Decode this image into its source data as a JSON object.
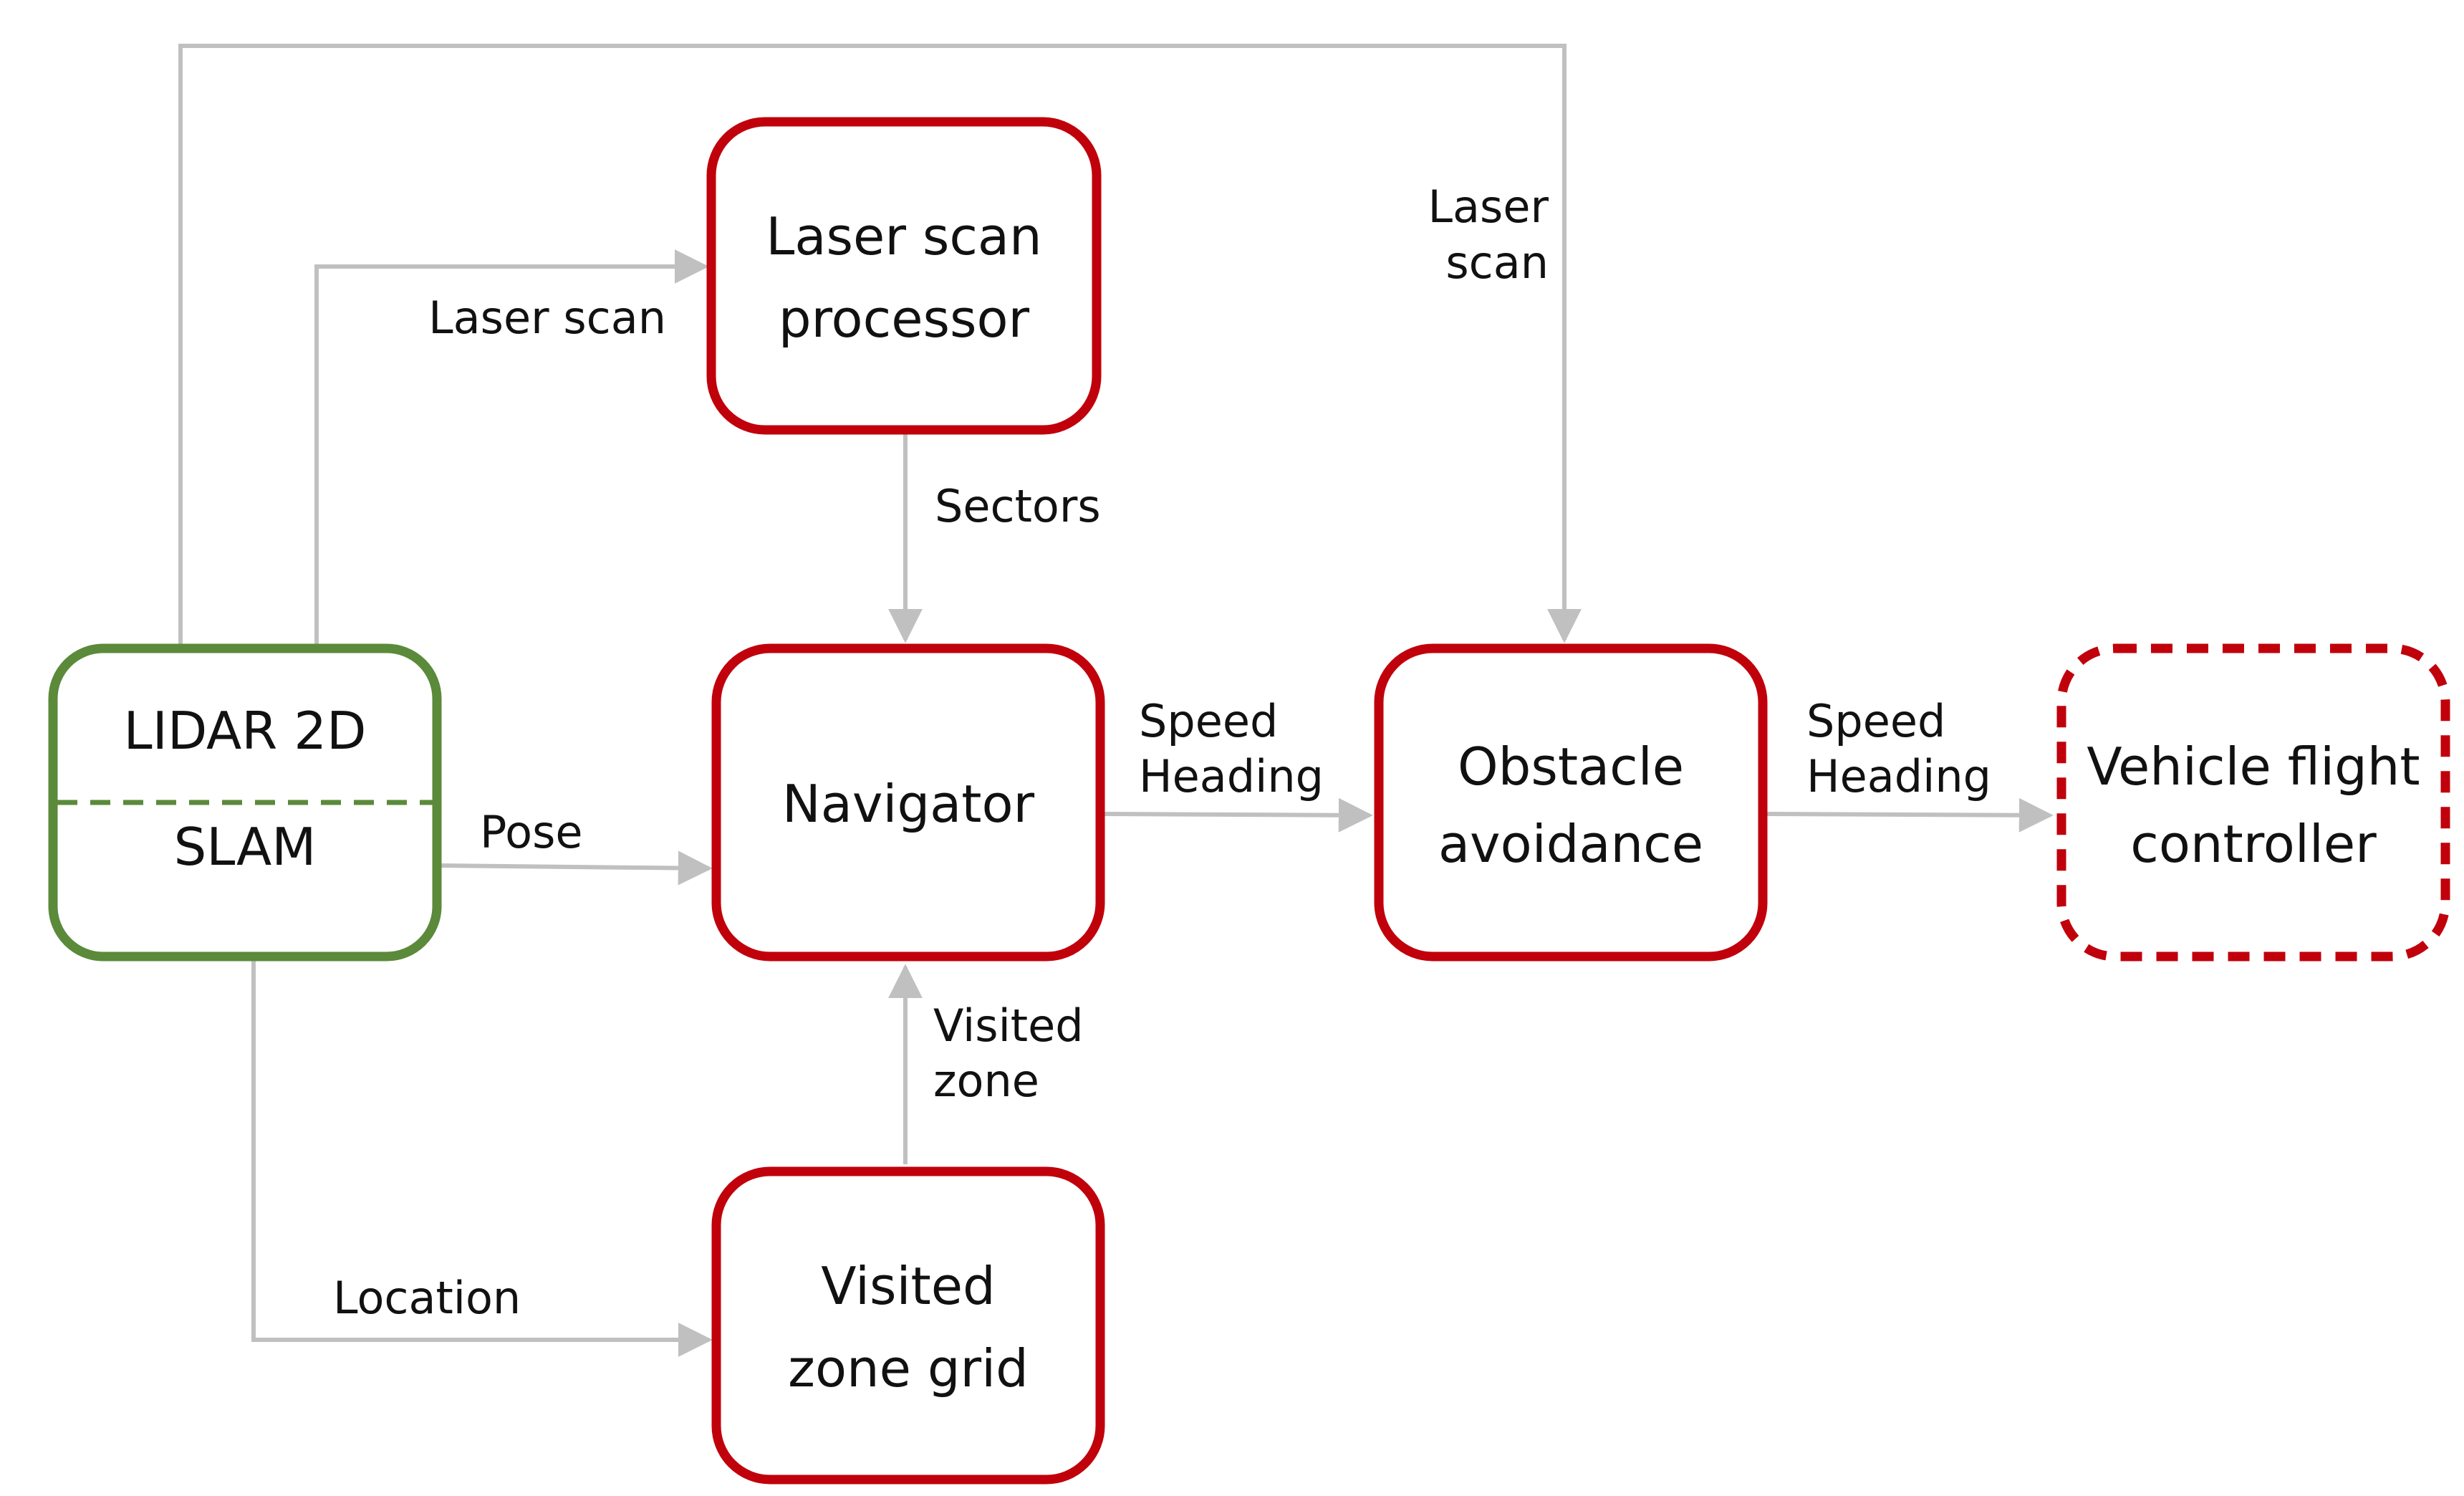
{
  "colors": {
    "module_border": "#c0000b",
    "sensor_border": "#5a8a3a",
    "external_border": "#c0000b",
    "edge": "#c0c0c0",
    "text": "#111111"
  },
  "nodes": {
    "lidar": {
      "line1": "LIDAR 2D",
      "line2": "SLAM"
    },
    "laser_processor": {
      "line1": "Laser scan",
      "line2": "processor"
    },
    "navigator": {
      "line1": "Navigator"
    },
    "obstacle": {
      "line1": "Obstacle",
      "line2": "avoidance"
    },
    "flight_controller": {
      "line1": "Vehicle flight",
      "line2": "controller"
    },
    "visited_grid": {
      "line1": "Visited",
      "line2": "zone grid"
    }
  },
  "edges": {
    "lidar_to_processor": "Laser scan",
    "lidar_to_obstacle": {
      "line1": "Laser",
      "line2": "scan"
    },
    "processor_to_navigator": "Sectors",
    "lidar_to_navigator": "Pose",
    "navigator_to_obstacle": {
      "line1": "Speed",
      "line2": "Heading"
    },
    "obstacle_to_controller": {
      "line1": "Speed",
      "line2": "Heading"
    },
    "grid_to_navigator": {
      "line1": "Visited",
      "line2": "zone"
    },
    "lidar_to_grid": "Location"
  }
}
